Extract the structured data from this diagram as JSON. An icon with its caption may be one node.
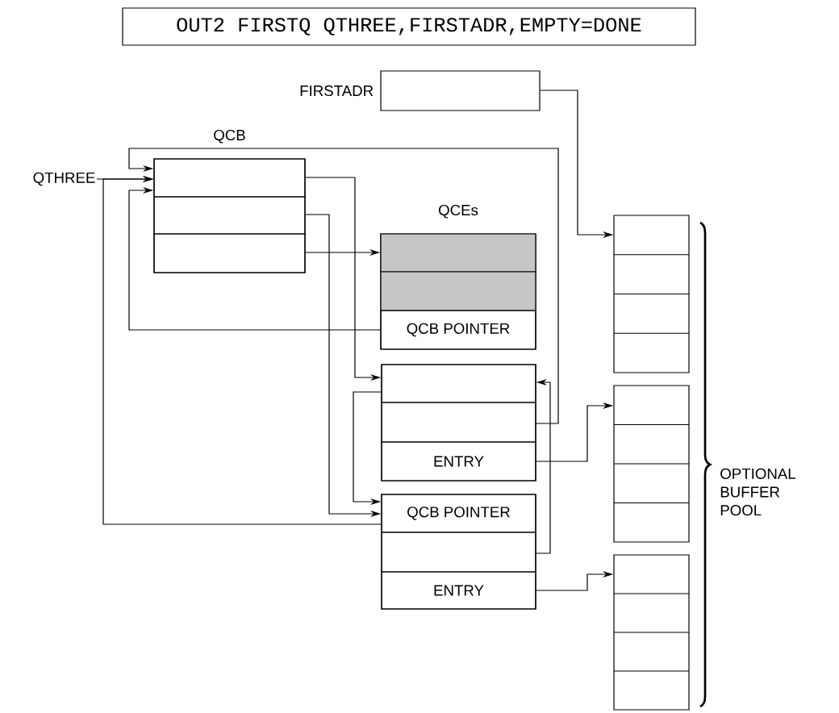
{
  "diagram": {
    "nodes": [
      {
        "text": [
          "OUT2 FIRSTQ QTHREE,FIRSTADR,EMPTY=DONE"
        ]
      },
      {
        "text": [
          "FIRSTADR"
        ]
      },
      {
        "text": [
          "QCB"
        ]
      },
      {
        "text": [],
        "shape": "box",
        "in": 2
      },
      {
        "text": [],
        "shape": "box",
        "in": 2
      },
      {
        "text": [],
        "shape": "box",
        "in": 2
      },
      {
        "text": [
          "QTHREE"
        ]
      },
      {
        "text": [
          "QCEs"
        ]
      },
      {
        "text": [],
        "shape": "box",
        "in": 7
      },
      {
        "text": [],
        "shape": "box",
        "in": 7
      },
      {
        "text": [
          "QCB POINTER"
        ],
        "in": 7
      },
      {
        "text": [],
        "shape": "box"
      },
      {
        "text": [],
        "shape": "box",
        "in": 11
      },
      {
        "text": [],
        "shape": "box",
        "in": 11
      },
      {
        "text": [
          "ENTRY"
        ],
        "in": 11
      },
      {
        "text": [],
        "shape": "box"
      },
      {
        "text": [
          "QCB POINTER"
        ],
        "in": 15
      },
      {
        "text": [],
        "shape": "box",
        "in": 15
      },
      {
        "text": [
          "ENTRY"
        ],
        "in": 15
      },
      {
        "text": [],
        "shape": "box"
      },
      {
        "text": [],
        "shape": "box"
      },
      {
        "text": [],
        "shape": "box"
      }
    ],
    "edges": [
      {
        "from": 1,
        "to": 19,
        "arrow": "to"
      },
      {
        "from": 3,
        "to": 12,
        "arrow": "to"
      },
      {
        "from": 4,
        "to": 16,
        "arrow": "to"
      },
      {
        "from": 12,
        "to": 16,
        "arrow": "to"
      },
      {
        "from": 5,
        "to": 8,
        "arrow": "to"
      },
      {
        "from": 10,
        "to": 3,
        "arrow": "to"
      },
      {
        "from": 6,
        "to": 3,
        "arrow": "to"
      },
      {
        "from": 13,
        "to": 3,
        "arrow": "to"
      },
      {
        "from": 17,
        "to": 12,
        "arrow": "to"
      },
      {
        "from": 16,
        "to": 3,
        "arrow": "to"
      },
      {
        "from": 14,
        "to": 20,
        "arrow": "to"
      },
      {
        "from": 18,
        "to": 21,
        "arrow": "to"
      }
    ],
    "labels": [
      "OPTIONAL BUFFER POOL"
    ]
  }
}
